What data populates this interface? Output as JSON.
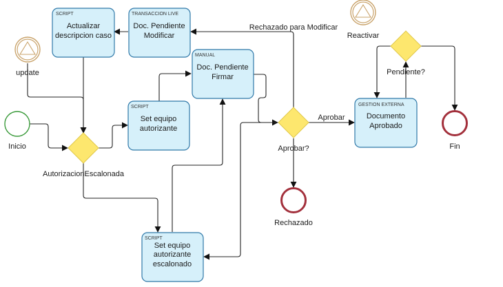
{
  "diagram": {
    "type": "bpmn-process",
    "colors": {
      "task_fill": "#d6f0fa",
      "task_stroke": "#2f78a8",
      "gateway_fill": "#fde76e",
      "start_event": "#3a9a3a",
      "end_event": "#a3303c",
      "signal_event": "#c9a36b"
    },
    "tasks": [
      {
        "id": "t_actualizar",
        "type": "SCRIPT",
        "lines": [
          "Actualizar",
          "descripcion caso"
        ]
      },
      {
        "id": "t_modificar",
        "type": "TRANSACCION LIVE",
        "lines": [
          "Doc. Pendiente",
          "Modificar"
        ]
      },
      {
        "id": "t_firmar",
        "type": "MANUAL",
        "lines": [
          "Doc. Pendiente",
          "Firmar"
        ]
      },
      {
        "id": "t_set_equipo",
        "type": "SCRIPT",
        "lines": [
          "Set equipo",
          "autorizante"
        ]
      },
      {
        "id": "t_set_escalonado",
        "type": "SCRIPT",
        "lines": [
          "Set equipo",
          "autorizante",
          "escalonado"
        ]
      },
      {
        "id": "t_aprobado",
        "type": "GESTION EXTERNA",
        "lines": [
          "Documento",
          "Aprobado"
        ]
      }
    ],
    "gateways": [
      {
        "id": "g_escalonada",
        "label": "AutorizacionEscalonada"
      },
      {
        "id": "g_aprobar",
        "label": "Aprobar?"
      },
      {
        "id": "g_pendiente",
        "label": "Pendiente?"
      }
    ],
    "events": [
      {
        "id": "e_inicio",
        "kind": "start",
        "label": "Inicio"
      },
      {
        "id": "e_update",
        "kind": "signal-start",
        "label": "update"
      },
      {
        "id": "e_reactivar",
        "kind": "signal-start",
        "label": "Reactivar"
      },
      {
        "id": "e_rechazado",
        "kind": "end",
        "label": "Rechazado"
      },
      {
        "id": "e_fin",
        "kind": "end",
        "label": "Fin"
      }
    ],
    "flow_labels": {
      "rechazado_modificar": "Rechazado para Modificar",
      "aprobar": "Aprobar"
    }
  }
}
